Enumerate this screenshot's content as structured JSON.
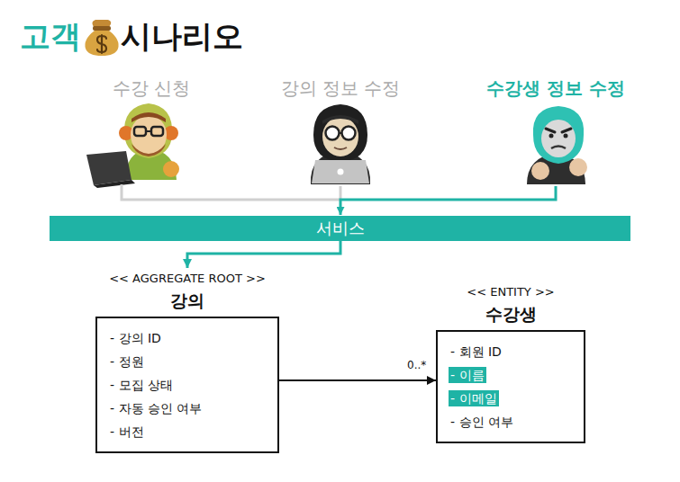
{
  "diagram": {
    "nodes": [
      {
        "text": [
          "서비스"
        ]
      },
      {
        "text": [
          "<< AGGREGATE ROOT >>",
          "강의",
          "- 강의 ID",
          "- 정원",
          "- 모집 상태",
          "- 자동 승인 여부",
          "- 버전"
        ]
      },
      {
        "text": [
          "<< ENTITY >>",
          "수강생",
          "- 회원 ID",
          "- 이름",
          "- 이메일",
          "- 승인 여부"
        ]
      }
    ],
    "edges": [
      {
        "from": 0,
        "to": 1,
        "arrow": "to"
      },
      {
        "from": 1,
        "to": 2,
        "label": "0..*",
        "arrow": "to"
      }
    ],
    "labels": [
      "고객",
      "시나리오",
      "수강 신청",
      "강의 정보 수정",
      "수강생 정보 수정"
    ]
  }
}
